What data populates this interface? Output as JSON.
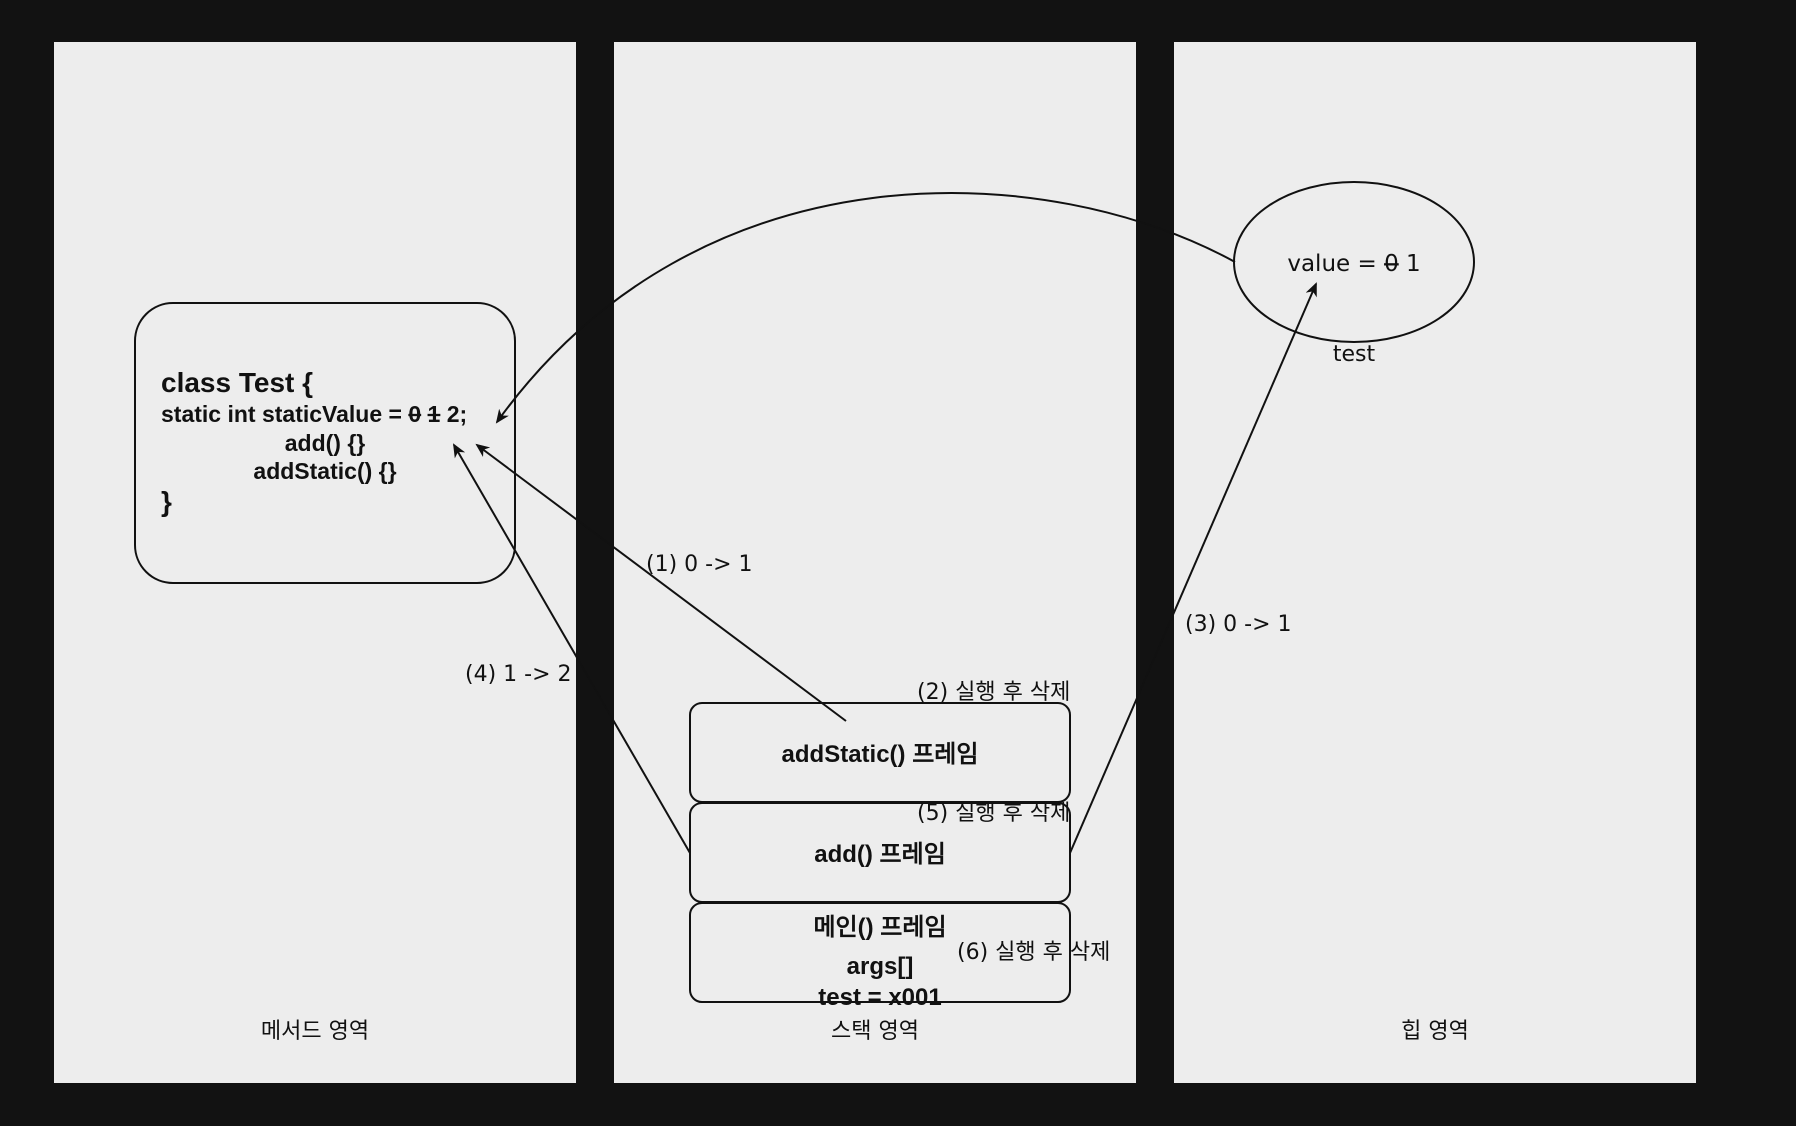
{
  "panels": {
    "method": "메서드 영역",
    "stack": "스택 영역",
    "heap": "힙 영역"
  },
  "class_box": {
    "line1": "class Test {",
    "line2_prefix": "static int staticValue = ",
    "line2_struck_0": "0",
    "line2_struck_1": "1",
    "line2_suffix": " 2;",
    "line3": "add() {}",
    "line4": "addStatic() {}",
    "line5": "}"
  },
  "heap_object": {
    "value_prefix": "value = ",
    "value_struck": "0",
    "value_new": " 1",
    "name": "test"
  },
  "frames": {
    "add_static": "addStatic() 프레임",
    "add": "add() 프레임",
    "main_title": "메인() 프레임",
    "main_args": "args[]",
    "main_test": "test = x001"
  },
  "annotations": {
    "step1": "(1) 0 -> 1",
    "step2": "(2) 실행 후 삭제",
    "step3": "(3) 0 -> 1",
    "step4": "(4) 1 -> 2",
    "step5": "(5) 실행 후 삭제",
    "step6": "(6) 실행 후 삭제"
  },
  "colors": {
    "background": "#121212",
    "panel": "#ededed",
    "stroke": "#111111"
  }
}
